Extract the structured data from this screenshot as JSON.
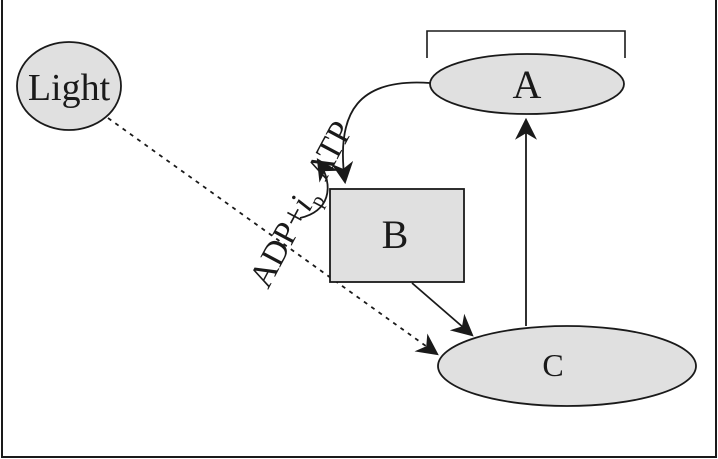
{
  "nodes": {
    "light": "Light",
    "a": "A",
    "b": "B",
    "c": "C"
  },
  "reaction": {
    "left_part": "ADP+",
    "phosphate_symbol": "i",
    "phosphate_subscript": "p",
    "product": "ATP"
  },
  "colors": {
    "node_fill": "#e0e0e0",
    "stroke": "#1a1a1a",
    "background": "#ffffff"
  }
}
